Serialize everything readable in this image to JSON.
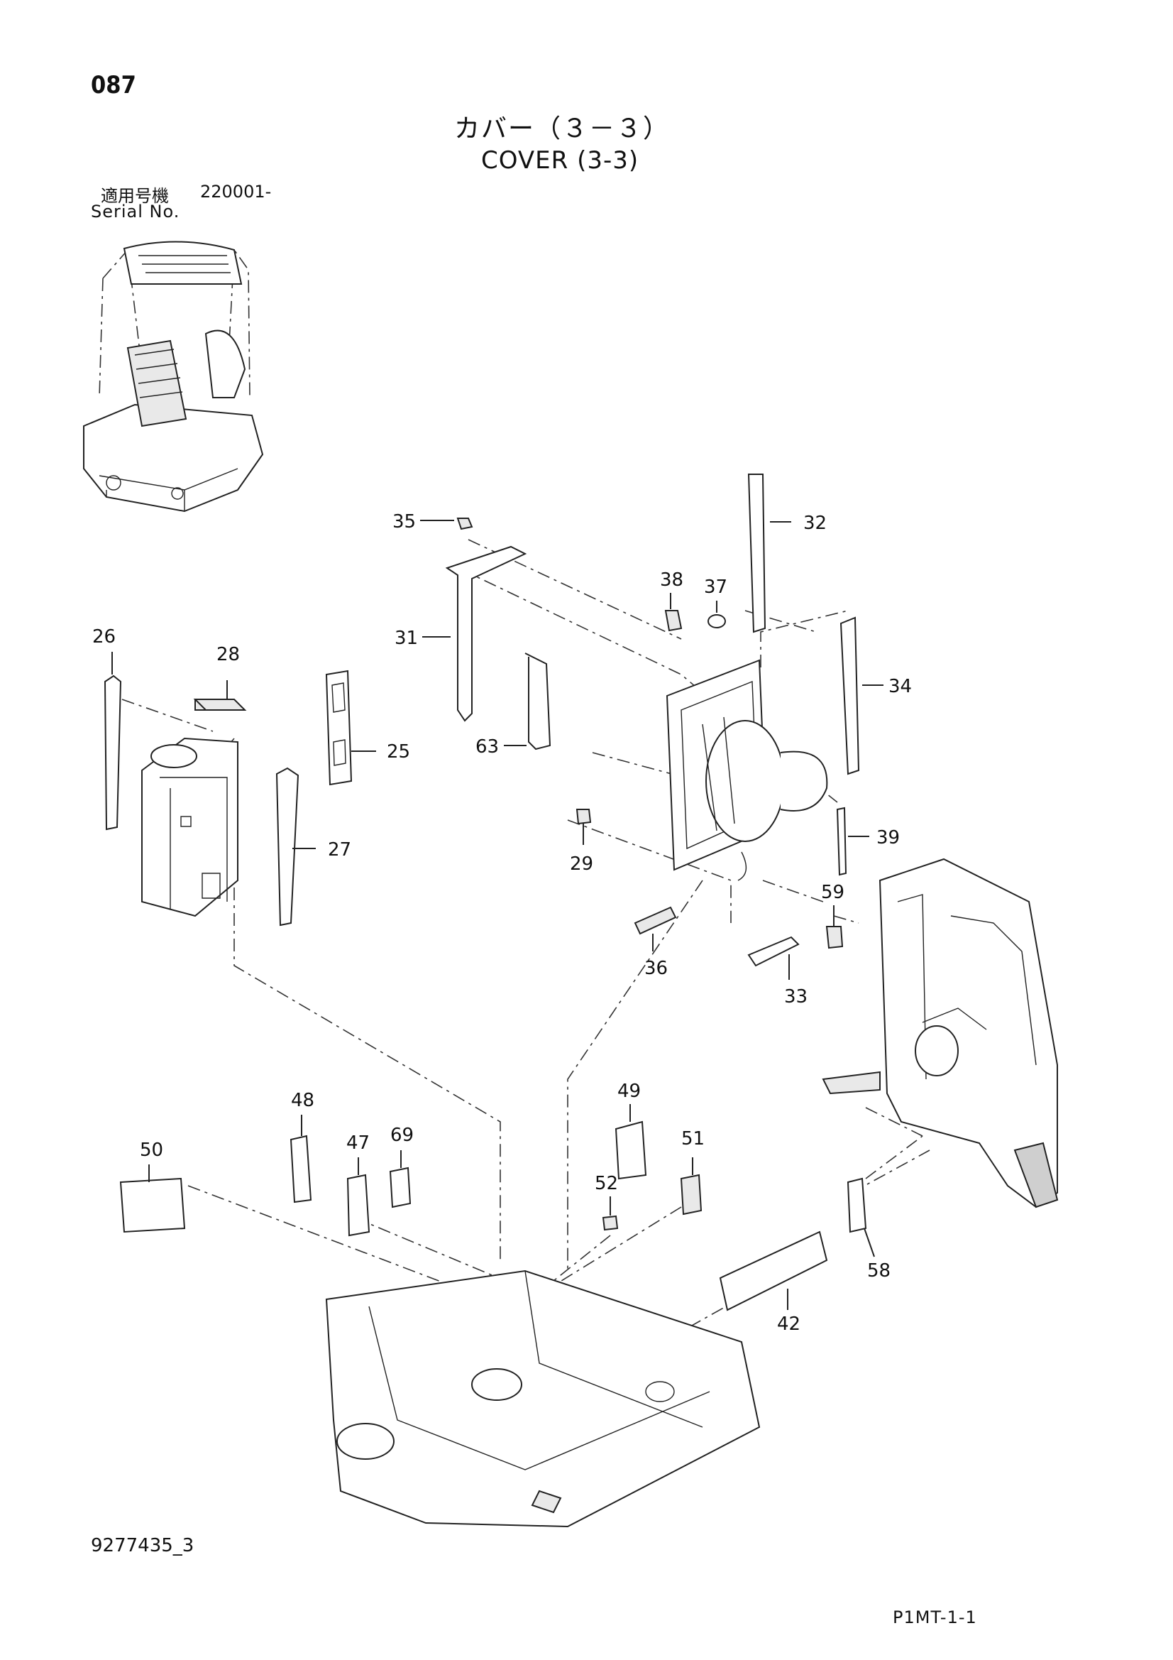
{
  "header": {
    "page_number": "087",
    "title_jp": "カバー（３－３）",
    "title_en": "COVER (3-3)",
    "serial_label_jp": "適用号機",
    "serial_value": "220001-",
    "serial_label_en": "Serial No."
  },
  "footer": {
    "doc_code": "9277435_3",
    "page_code": "P1MT-1-1"
  },
  "callouts": {
    "c25": "25",
    "c26": "26",
    "c27": "27",
    "c28": "28",
    "c29": "29",
    "c31": "31",
    "c32": "32",
    "c33": "33",
    "c34": "34",
    "c35": "35",
    "c36": "36",
    "c37": "37",
    "c38": "38",
    "c39": "39",
    "c42": "42",
    "c47": "47",
    "c48": "48",
    "c49": "49",
    "c50": "50",
    "c51": "51",
    "c52": "52",
    "c58": "58",
    "c59": "59",
    "c63": "63",
    "c69": "69"
  }
}
